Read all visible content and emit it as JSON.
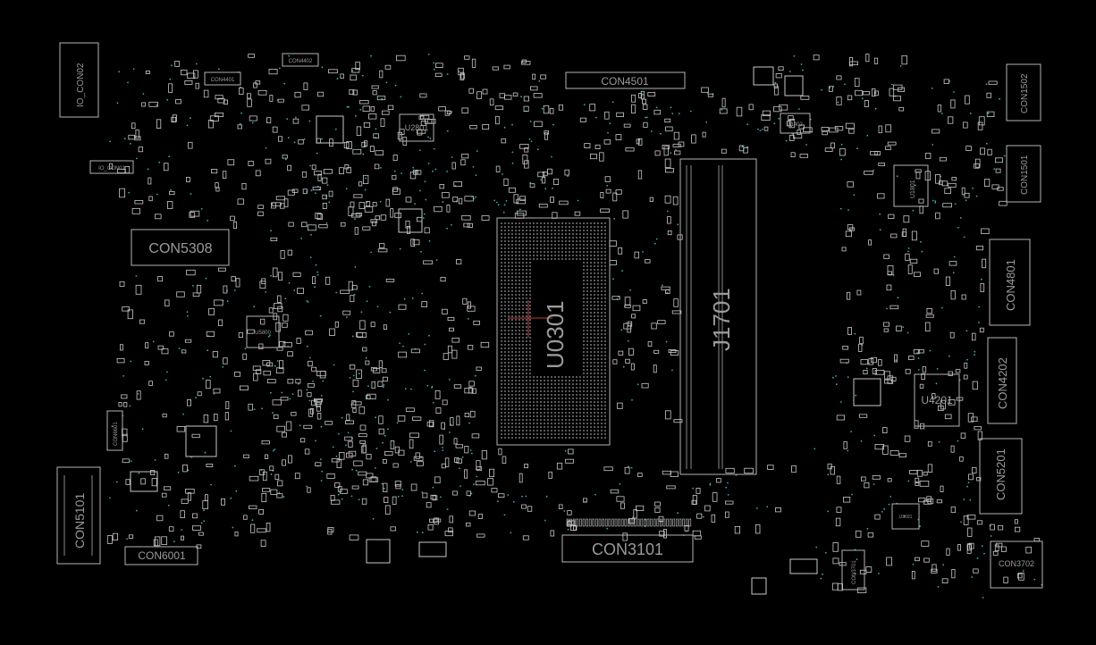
{
  "board": {
    "background": "#000000",
    "outline_color": "#c8c8c8",
    "label_color": "#9a9a9a",
    "dot_color": "#3fa9b5",
    "pin1_marker_color": "#c04040"
  },
  "components": {
    "io_con02": "IO_CON02",
    "con4402": "CON4402",
    "con4401": "CON4401",
    "u2801": "U2801",
    "con4501": "CON4501",
    "u1402": "U1402",
    "con1502": "CON1502",
    "io_con01": "IO_CON01",
    "con1501": "CON1501",
    "u1801": "U1801",
    "con5308": "CON5308",
    "con4801": "CON4801",
    "u0301": "U0301",
    "j1701": "J1701",
    "u5800": "U5800",
    "con4202": "CON4202",
    "u4201": "U4201",
    "con6601": "CON6601",
    "con5101": "CON5101",
    "con5201": "CON5201",
    "con6001": "CON6001",
    "con3101": "CON3101",
    "u3601": "U3601",
    "con3701": "CON3701",
    "con3702": "CON3702"
  }
}
